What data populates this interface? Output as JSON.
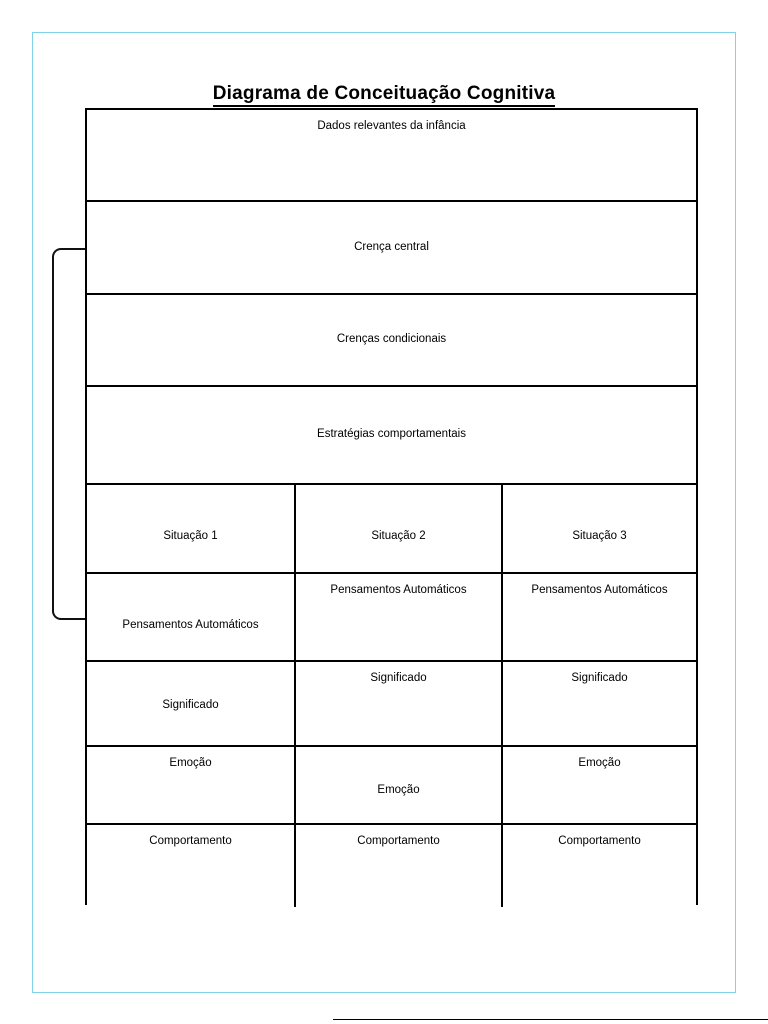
{
  "document": {
    "title": "Diagrama de Conceituação Cognitiva",
    "language": "pt-BR"
  },
  "colors": {
    "page_border": "#7fd3e6",
    "table_border": "#000000",
    "text": "#000000",
    "background": "#ffffff"
  },
  "diagram": {
    "type": "cognitive-conceptualization-worksheet",
    "bracket_label": "",
    "rows": [
      {
        "key": "childhood_data",
        "label": "Dados relevantes da infância",
        "columns": 1
      },
      {
        "key": "core_belief",
        "label": "Crença central",
        "columns": 1
      },
      {
        "key": "conditional_beliefs",
        "label": "Crenças condicionais",
        "columns": 1
      },
      {
        "key": "behavioral_strategies",
        "label": "Estratégias comportamentais",
        "columns": 1
      }
    ],
    "situation_columns": [
      {
        "situation": "Situação 1",
        "automatic_thoughts": "Pensamentos Automáticos",
        "meaning": "Significado",
        "emotion": "Emoção",
        "behavior": "Comportamento"
      },
      {
        "situation": "Situação 2",
        "automatic_thoughts": "Pensamentos Automáticos",
        "meaning": "Significado",
        "emotion": "Emoção",
        "behavior": "Comportamento"
      },
      {
        "situation": "Situação 3",
        "automatic_thoughts": "Pensamentos Automáticos",
        "meaning": "Significado",
        "emotion": "Emoção",
        "behavior": "Comportamento"
      }
    ]
  }
}
